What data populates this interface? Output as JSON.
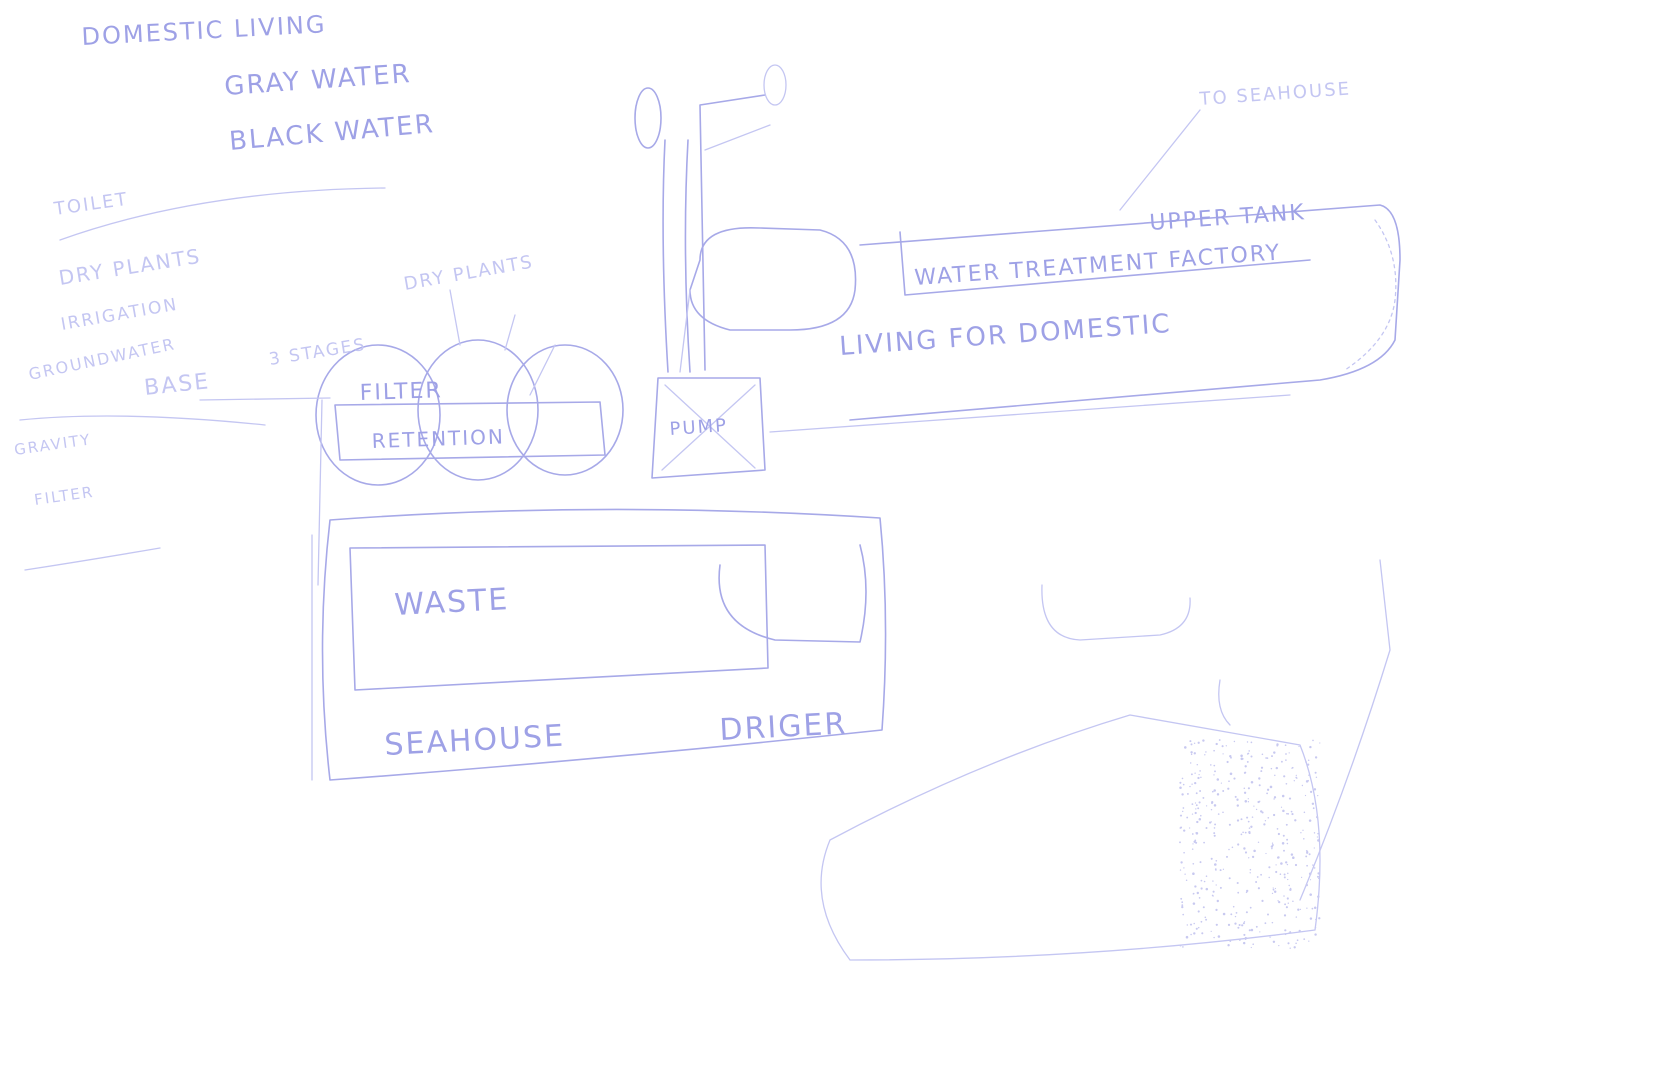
{
  "colors": {
    "paper": "#ffffff",
    "pencil": "#a7a9e8",
    "pencil_light": "#c4c6f2"
  },
  "notes_top": {
    "line1": "DOMESTIC LIVING",
    "line2": "GRAY WATER",
    "line3": "BLACK WATER"
  },
  "notes_left": [
    "TOILET",
    "DRY PLANTS",
    "IRRIGATION",
    "GROUNDWATER",
    "BASE",
    "GRAVITY",
    "FILTER"
  ],
  "labels": {
    "filter_tank": "FILTER",
    "retention": "RETENTION",
    "dry_plants": "DRY PLANTS",
    "three_stage": "3 STAGES",
    "pump": "PUMP",
    "water_zone": "WASTE",
    "seahouse": "SEAHOUSE",
    "driger": "DRIGER",
    "upper_tank": "UPPER TANK",
    "water_treatment": "WATER TREATMENT FACTORY",
    "living": "LIVING FOR DOMESTIC",
    "top_right_note": "TO SEAHOUSE"
  }
}
